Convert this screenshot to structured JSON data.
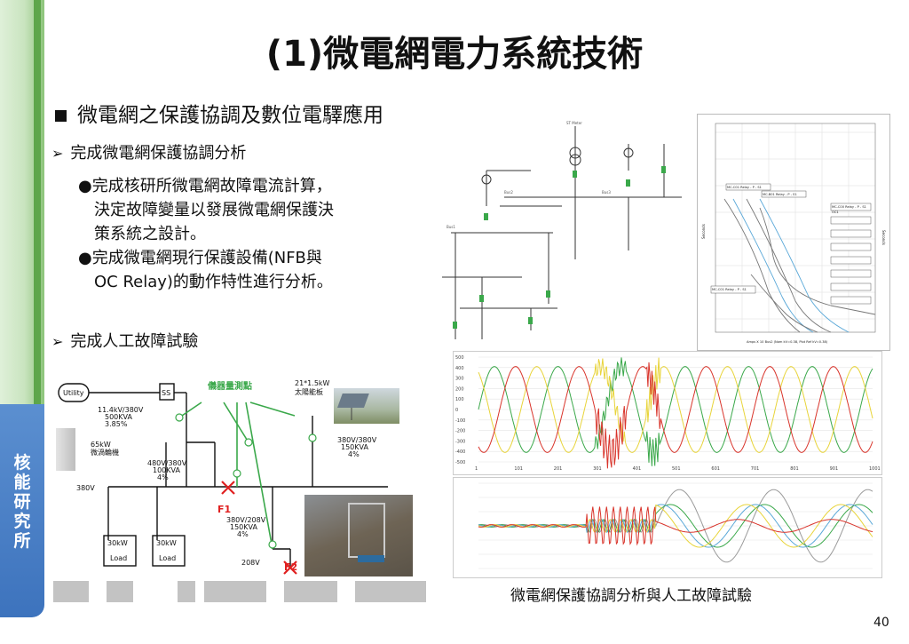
{
  "sidebar": {
    "label": "核\n能\n研\n究\n所"
  },
  "title": "(1)微電網電力系統技術",
  "main_bullet": "微電網之保護協調及數位電驛應用",
  "items": [
    {
      "label": "完成微電網保護協調分析"
    },
    {
      "label": "完成人工故障試驗"
    }
  ],
  "sub_items": [
    "●完成核研所微電網故障電流計算，",
    "決定故障變量以發展微電網保護決",
    "策系統之設計。",
    "●完成微電網現行保護設備(NFB與",
    "OC Relay)的動作特性進行分析。"
  ],
  "diagram_labels": {
    "utility": "Utility",
    "ss": "SS",
    "t1": "11.4kV/380V",
    "t1b": "500KVA",
    "t1c": "3.85%",
    "meter": "儀器量測點",
    "pv": "21*1.5kW",
    "pv2": "太陽能板",
    "gen": "65kW",
    "gen2": "微渦輪機",
    "t2": "480V/380V",
    "t2b": "100KVA",
    "t2c": "4%",
    "t3": "380V/380V",
    "t3b": "150KVA",
    "t3c": "4%",
    "bus": "380V",
    "f1": "F1",
    "t4": "380V/208V",
    "t4b": "150KVA",
    "t4c": "4%",
    "v208": "208V",
    "f2": "F2",
    "load1": "30kW",
    "load1b": "Load",
    "load2": "30kW",
    "load2b": "Load"
  },
  "tcc_labels": [
    "MC-C01 Relay - P - S1",
    "MC-C00 Relay - P - S1",
    "MC-B01 Relay - P - S1",
    "OC1",
    "Amps X 10  Bus2 (Nom kV=0.38, Plot Ref kV=0.38)",
    "Seconds"
  ],
  "wave_ticks_top": [
    "1",
    "101",
    "201",
    "301",
    "401",
    "501",
    "601",
    "701",
    "801",
    "901",
    "1001"
  ],
  "wave_yticks_top": [
    "500",
    "400",
    "300",
    "200",
    "100",
    "0",
    "-100",
    "-200",
    "-300",
    "-400",
    "-500"
  ],
  "caption": "微電網保護協調分析與人工故障試驗",
  "page_number": "40",
  "colors": {
    "accent_green": "#5da64a",
    "accent_blue": "#3d73bd",
    "wave_red": "#d9342b",
    "wave_green": "#3aa84a",
    "wave_yellow": "#e8d43a",
    "wave_gray": "#9a9a9a",
    "wave_blue": "#5aa8d8"
  }
}
